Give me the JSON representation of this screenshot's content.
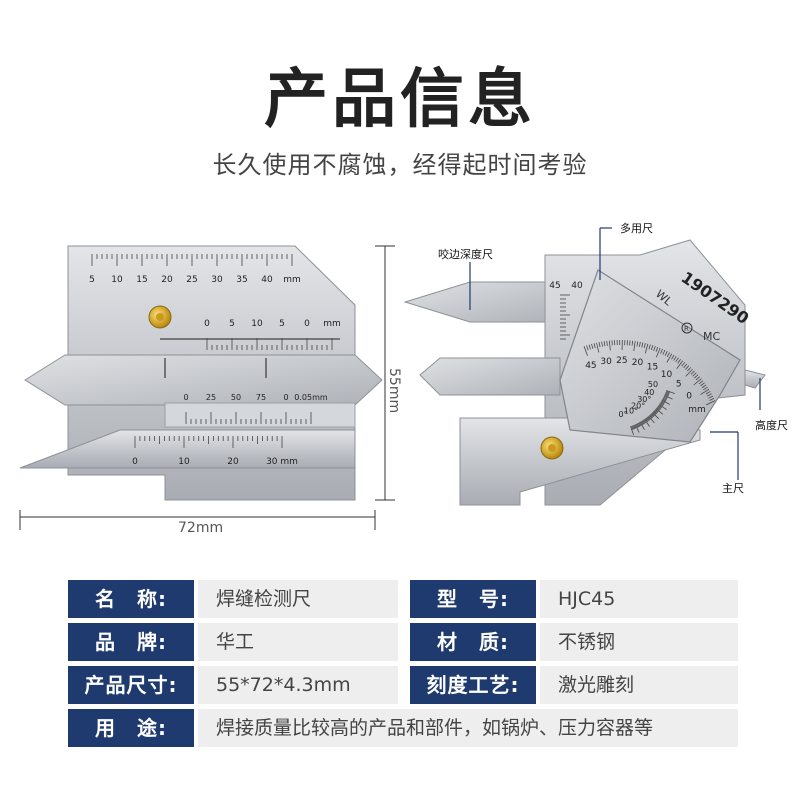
{
  "header": {
    "title": "产品信息",
    "subtitle": "长久使用不腐蚀，经得起时间考验"
  },
  "figure": {
    "left_gauge": {
      "top_scale_ticks": [
        "5",
        "10",
        "15",
        "20",
        "25",
        "30",
        "35",
        "40",
        "mm"
      ],
      "middle_scale_ticks": [
        "0",
        "5",
        "10",
        "5",
        "0",
        "mm"
      ],
      "vernier_ticks": [
        "0",
        "25",
        "50",
        "75",
        "0",
        "0.05mm"
      ],
      "bottom_scale_ticks": [
        "0",
        "10",
        "20",
        "30 mm"
      ]
    },
    "dimensions": {
      "width": "72mm",
      "height": "55mm"
    },
    "right_gauge": {
      "serial": "1907290",
      "marks": [
        "WL",
        "MC",
        "R"
      ],
      "left_scale_ticks": [
        "45",
        "40"
      ],
      "arc_scale_ticks": [
        "45",
        "30",
        "25",
        "20",
        "15",
        "10",
        "5",
        "0",
        "mm"
      ],
      "angle_ticks": [
        "0°",
        "10°",
        "20°",
        "30°",
        "40",
        "50"
      ]
    },
    "callouts": {
      "undercut": "咬边深度尺",
      "multi": "多用尺",
      "height": "高度尺",
      "main": "主尺"
    }
  },
  "specs": [
    {
      "label1": "名　称:",
      "value1": "焊缝检测尺",
      "label2": "型　号:",
      "value2": "HJC45"
    },
    {
      "label1": "品　牌:",
      "value1": "华工",
      "label2": "材　质:",
      "value2": "不锈钢"
    },
    {
      "label1": "产品尺寸:",
      "value1": "55*72*4.3mm",
      "label2": "刻度工艺:",
      "value2": "激光雕刻"
    },
    {
      "label1": "用　途:",
      "value1": "焊接质量比较高的产品和部件，如锅炉、压力容器等"
    }
  ],
  "colors": {
    "label_bg": "#1f3a6e",
    "value_bg": "#eeeeee",
    "steel": "#c9ccd0",
    "brass": "#d4a82a"
  }
}
